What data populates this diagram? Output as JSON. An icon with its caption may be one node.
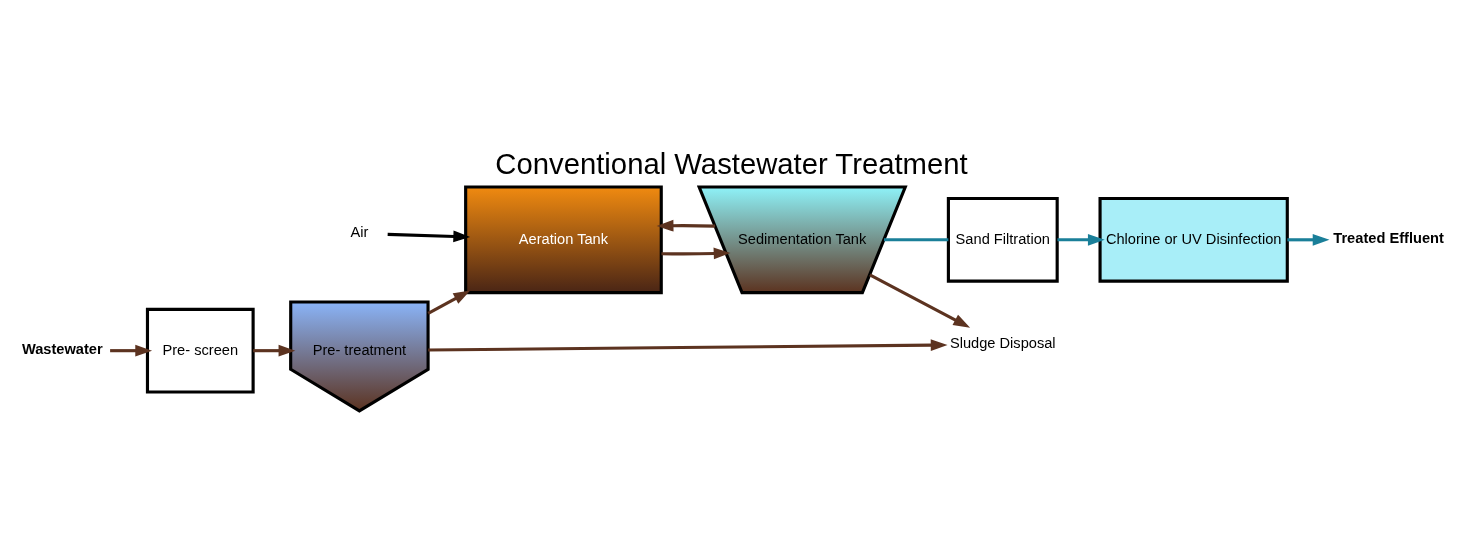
{
  "diagram": {
    "title": "Conventional Wastewater Treatment",
    "nodes": [
      {
        "text": [
          "Wastewater"
        ]
      },
      {
        "text": [
          "Pre- screen"
        ]
      },
      {
        "text": [
          "Pre- treatment"
        ]
      },
      {
        "text": [
          "Aeration Tank"
        ]
      },
      {
        "text": [
          "Sedimentation Tank"
        ]
      },
      {
        "text": [
          "Sand Filtration"
        ]
      },
      {
        "text": [
          "Chlorine or UV Disinfection"
        ]
      },
      {
        "text": [
          "Treated Effluent"
        ]
      },
      {
        "text": [
          "Air"
        ]
      },
      {
        "text": [
          "Sludge Disposal"
        ]
      }
    ],
    "edges": [
      {
        "from": 0,
        "to": 1,
        "arrow": "to"
      },
      {
        "from": 1,
        "to": 2,
        "arrow": "to"
      },
      {
        "from": 2,
        "to": 3,
        "arrow": "to"
      },
      {
        "from": 3,
        "to": 4,
        "arrow": "to"
      },
      {
        "from": 4,
        "to": 5,
        "arrow": "none",
        "color": "#1a7f99"
      },
      {
        "from": 5,
        "to": 6,
        "arrow": "to",
        "color": "#1a7f99"
      },
      {
        "from": 6,
        "to": 7,
        "arrow": "to",
        "color": "#1a7f99"
      },
      {
        "from": 8,
        "to": 3,
        "arrow": "to",
        "color": "#000000"
      },
      {
        "from": 4,
        "to": 3,
        "arrow": "to"
      },
      {
        "from": 4,
        "to": 9,
        "arrow": "to"
      },
      {
        "from": 2,
        "to": 9,
        "arrow": "to"
      }
    ]
  }
}
